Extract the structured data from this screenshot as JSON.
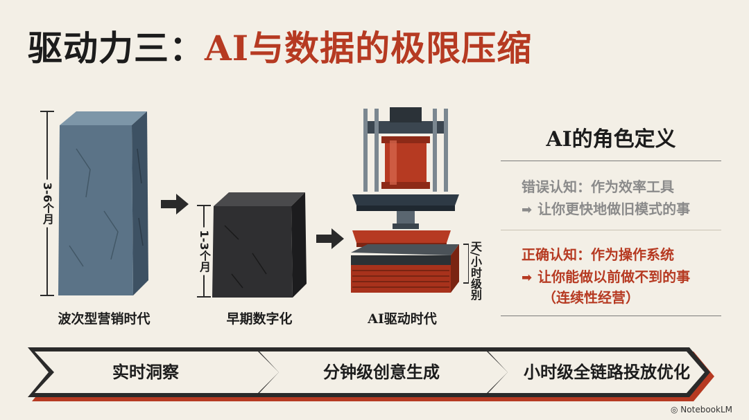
{
  "title": {
    "prefix": "驱动力三：",
    "highlight": "AI与数据的极限压缩"
  },
  "stages": [
    {
      "caption": "波次型营销时代",
      "duration": "3-6个月"
    },
    {
      "caption": "早期数字化",
      "duration": "1-3个月"
    },
    {
      "caption": "AI驱动时代",
      "duration": "天/小时级别"
    }
  ],
  "panel": {
    "title": "AI的角色定义",
    "wrong": {
      "heading": "错误认知：作为效率工具",
      "detail": "让你更快地做旧模式的事"
    },
    "right": {
      "heading": "正确认知：作为操作系统",
      "detail": "让你能做以前做不到的事",
      "note": "（连续性经营）"
    }
  },
  "chevrons": [
    "实时洞察",
    "分钟级创意生成",
    "小时级全链路投放优化"
  ],
  "brand": "NotebookLM",
  "colors": {
    "accent": "#b63a22",
    "stone_blue": "#5b7387",
    "stone_dark": "#2f2f31",
    "press_red": "#b63a22"
  }
}
